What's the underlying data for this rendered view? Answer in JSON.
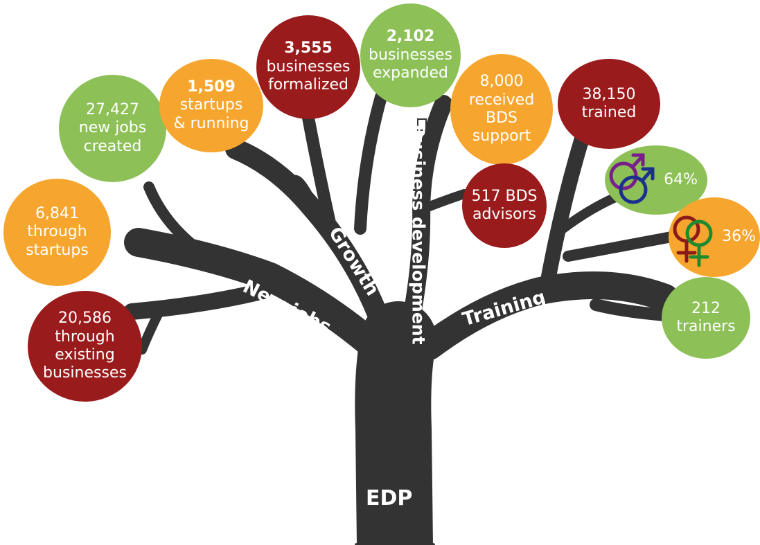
{
  "trunk_label": "EDP",
  "branches": {
    "new_jobs": "New jobs",
    "growth": "Growth",
    "business_development": "Business development",
    "training": "Training"
  },
  "bubbles": {
    "new_jobs_created": {
      "value": "27,427",
      "text": [
        "new jobs",
        "created"
      ],
      "color": "#8dc056"
    },
    "through_startups": {
      "value": "6,841",
      "text": [
        "through",
        "startups"
      ],
      "color": "#f6a62e"
    },
    "through_existing": {
      "value": "20,586",
      "text": [
        "through",
        "existing",
        "businesses"
      ],
      "color": "#9a1b1b"
    },
    "startups_running": {
      "value": "1,509",
      "text": [
        "startups",
        "& running"
      ],
      "color": "#f6a62e"
    },
    "formalized": {
      "value": "3,555",
      "text": [
        "businesses",
        "formalized"
      ],
      "color": "#9a1b1b"
    },
    "expanded": {
      "value": "2,102",
      "text": [
        "businesses",
        "expanded"
      ],
      "color": "#8dc056"
    },
    "bds_support": {
      "value": "8,000",
      "text": [
        "received",
        "BDS",
        "support"
      ],
      "color": "#f6a62e"
    },
    "bds_advisors": {
      "value": "517 BDS",
      "text": [
        "advisors"
      ],
      "color": "#9a1b1b"
    },
    "trained": {
      "value": "38,150",
      "text": [
        "trained"
      ],
      "color": "#9a1b1b"
    },
    "male": {
      "value": "64%",
      "color": "#8dc056"
    },
    "female": {
      "value": "36%",
      "color": "#f6a62e"
    },
    "trainers": {
      "value": "212",
      "text": [
        "trainers"
      ],
      "color": "#8dc056"
    }
  },
  "icons": {
    "male": "male-symbol-icon",
    "female": "female-symbol-icon"
  },
  "colors": {
    "tree": "#333333",
    "green": "#8dc056",
    "orange": "#f6a62e",
    "red": "#9a1b1b"
  }
}
